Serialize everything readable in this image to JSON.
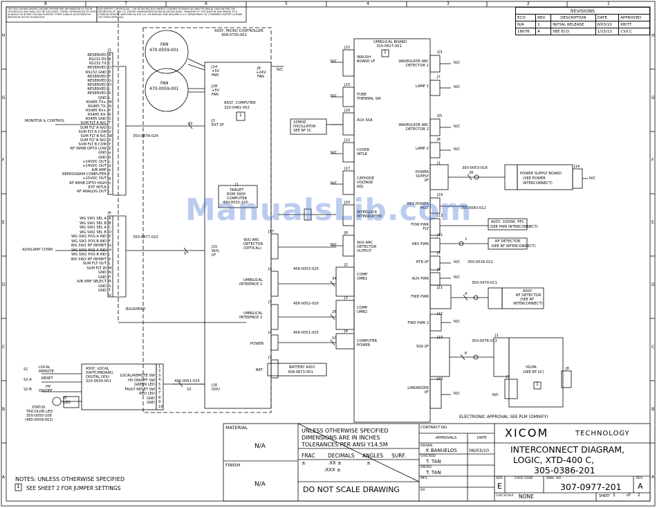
{
  "frame": {
    "top_cols": [
      "8",
      "7",
      "6",
      "5",
      "4",
      "3",
      "2",
      "1"
    ],
    "side_rows": [
      "H",
      "G",
      "F",
      "E",
      "D",
      "C",
      "B",
      "A"
    ]
  },
  "notice_left": "THE DATA SHOWN HEREIN CONTAINS PROPRIETARY INFORMATION OF XICOM TECHNOLOGY AND SHALL NOT BE DISCLOSED, COPIED, REPRODUCED OR USED IN WHOLE OR IN PART FOR ANY PURPOSE OTHER THAN AS AUTHORIZED IN WRITING BY XICOM TECHNOLOGY.",
  "notice_export": "EAR EXPORT CONTROLLED - THE ATTACHED DOCUMENTS CONTAIN TECHNOLOGY AND TECHNICAL DATA WITHIN THE DEFINITION OF THE U.S. EXPORT ADMINISTRATION REGULATIONS (EAR). TRANSFER OF THIS DATA BY ANY MEANS TO A FOREIGN PERSON, WHETHER IN THE U.S. OR ABROAD, MAY REQUIRE A U.S. DEPARTMENT OF COMMERCE EXPORT LICENSE OR OTHER APPROVAL.",
  "revisions": {
    "title": "REVISIONS",
    "headers": [
      "ECO",
      "REV.",
      "DESCRIPTION",
      "DATE",
      "APPROVED"
    ],
    "rows": [
      [
        "N/A",
        "1",
        "INITIAL RELEASE",
        "6/03/10",
        "KB/TT"
      ],
      [
        "1807B",
        "A",
        "SEE ECO",
        "1/15/13",
        "CS/CC"
      ]
    ]
  },
  "j1": {
    "ref": "J1",
    "signals": [
      "RESERVED",
      "RS232 RX",
      "RS232 TX",
      "RESERVED",
      "RS232 GND",
      "RESERVED",
      "RESERVED",
      "RESERVED",
      "RESERVED",
      "RESERVED",
      "GND",
      "RS485 TX+",
      "RS485 TX-",
      "RS485 RX+",
      "RS485 RX-",
      "RS485 GND",
      "SUM FLT A N/C",
      "SUM FLT A N/O",
      "SUM FLT A COM",
      "SUM FLT B N/C",
      "SUM FLT B N/O",
      "SUM FLT B COM",
      "RF INHIB OPTO LOW",
      "GND",
      "GND",
      "+24VDC OUT",
      "+24VDC OUT",
      "A/B AMP",
      "REPROGRAM COMPUTER",
      "+15VDC OUT",
      "RF INHIB OPTO HIGH",
      "EXT INTLK",
      "RF ANALOG OUT"
    ],
    "pins": [
      "A",
      "B",
      "C",
      "D",
      "E",
      "F",
      "G",
      "H",
      "J",
      "K",
      "L",
      "M",
      "N",
      "P",
      "R",
      "S",
      "T",
      "U",
      "V",
      "W",
      "X",
      "Y",
      "Z",
      "a",
      "b",
      "c",
      "d",
      "e",
      "f",
      "g",
      "h",
      "i",
      "j"
    ],
    "conn_label": "MONITOR & CONTROL",
    "cable": "350-0878-024",
    "wire_count": "32"
  },
  "j6": {
    "ref": "J6",
    "signals": [
      "WG SW1 SEL A",
      "WG SW1 SEL B",
      "WG SW2 SEL A",
      "WG SW2 SEL B",
      "WG SW1 POS A IND",
      "WG SW1 POS B IND",
      "WG SW1 RF INHIBIT",
      "WG SW2 POS A IND",
      "WG SW2 POS B IND",
      "WG SW2 RF INHIBIT",
      "SUM FLT OUT",
      "SUM FLT IN",
      "GND",
      "GND",
      "A/B AMP SELECT",
      "GND",
      "GND"
    ],
    "pins": [
      "A",
      "B",
      "C",
      "D",
      "E",
      "F",
      "G",
      "H",
      "J",
      "K",
      "L",
      "M",
      "N",
      "P",
      "R",
      "S",
      "T",
      "U"
    ],
    "conn_label": "AUXILIARY CONN",
    "cable": "350-0877-022",
    "wire_count": "5"
  },
  "bulkhead": "BULKHEAD",
  "fans": [
    {
      "label": "FAN",
      "pn": "470-0059-001"
    },
    {
      "label": "FAN",
      "pn": "470-0059-001"
    }
  ],
  "micro": {
    "title": "ASSY, MICRO CONTROLLER",
    "pn": "308-0730-001"
  },
  "computer": {
    "title": "ASSY, COMPUTER",
    "pn": "320-0481-002",
    "tag": "1"
  },
  "target_rom": [
    "TARGET",
    "ROM 3000",
    "COMPUTER",
    "490-0032-100"
  ],
  "micro_connectors": {
    "j14": [
      "J14",
      "+5V",
      "FAN"
    ],
    "j18": [
      "J18",
      "+5V",
      "FAN"
    ],
    "j8": [
      "J8",
      "+24V",
      "FAN"
    ],
    "j8_nc": "N/C",
    "j3": [
      "J3",
      "EXT I/F"
    ],
    "j15": [
      "J15",
      "W/G",
      "I/F"
    ],
    "j16": [
      "J16",
      "ODU"
    ],
    "j1": "J1",
    "j17": [
      "J17"
    ],
    "j2": [
      "J2"
    ],
    "j3b": [
      "J3"
    ],
    "j4": [
      "J4"
    ],
    "j7": [
      "J7"
    ]
  },
  "micro_labels": {
    "wg_arc": [
      "W/G ARC",
      "DETECTOR",
      "(OPTICAL)"
    ],
    "umb1": [
      "UMBILICAL",
      "INTERFACE 1"
    ],
    "umb2": [
      "UMBILICAL",
      "INTERFACE 2"
    ],
    "power": "POWER",
    "bat": "BAT",
    "battery": [
      "BATTERY ASSY",
      "308-0673-001"
    ]
  },
  "cables_mid": [
    {
      "pn": "456-0053-025",
      "n": "34"
    },
    {
      "pn": "456-0052-020",
      "n": "26"
    },
    {
      "pn": "456-0051-025",
      "n": "10"
    },
    {
      "pn": "456-0051-025",
      "n": "10"
    }
  ],
  "umbilical": {
    "title": "UMBILICAL BOARD",
    "pn": "320-0627-001",
    "tag": "1",
    "left": [
      {
        "j": "J15",
        "lbl": [
          "INRUSH",
          "BOARD I/F"
        ]
      },
      {
        "j": "J15",
        "lbl": [
          "TUBE",
          "THERMAL SW"
        ]
      },
      {
        "j": "J16",
        "lbl": [
          "AUX SSA"
        ]
      },
      {
        "j": "J12",
        "lbl": [
          "COVER",
          "INTLK"
        ]
      },
      {
        "j": "J17",
        "lbl": [
          "CATHODE",
          "VOLTAGE",
          "ADJ"
        ]
      },
      {
        "j": "J20",
        "lbl": [
          "INTERLOCK",
          "INTERRUPTER"
        ]
      },
      {
        "j": "J8",
        "lbl": [
          "W/G ARC",
          "DETECTOR",
          "OUTPUT"
        ]
      },
      {
        "j": "J2",
        "lbl": [
          "COMP",
          "UMB1"
        ]
      },
      {
        "j": "J3",
        "lbl": [
          "COMP",
          "UMB2"
        ]
      },
      {
        "j": "J4",
        "lbl": [
          "COMPUTER",
          "POWER"
        ]
      }
    ],
    "right": [
      {
        "j": "Q3",
        "lbl": [
          "WAVEGUIDE ARC",
          "DETECTOR 1"
        ]
      },
      {
        "j": "J7",
        "lbl": [
          "LAMP 1"
        ]
      },
      {
        "j": "Q5",
        "lbl": [
          "WAVEGUIDE ARC",
          "DETECTOR 2"
        ]
      },
      {
        "j": "J8",
        "lbl": [
          "LAMP 2"
        ]
      },
      {
        "j": "J1",
        "lbl": [
          "POWER",
          "SUPPLY",
          "I/F"
        ]
      },
      {
        "j": "J19",
        "lbl": [
          "REV POWER",
          "FAST"
        ]
      },
      {
        "j": "J13",
        "lbl": [
          "FOW PWR",
          "FLT"
        ]
      },
      {
        "j": "J11",
        "lbl": [
          "REV PWR"
        ]
      },
      {
        "j": "J5",
        "lbl": [
          "HTR I/F"
        ]
      },
      {
        "j": "J6",
        "lbl": [
          "AUX PWR"
        ]
      },
      {
        "j": "J21",
        "lbl": [
          "FWD PWR"
        ]
      },
      {
        "j": "J22",
        "lbl": [
          "FWD PWR 2"
        ]
      },
      {
        "j": "J23",
        "lbl": [
          "SSA I/F"
        ]
      },
      {
        "j": "J10",
        "lbl": [
          "LINEARIZER",
          "I/F"
        ]
      }
    ],
    "nc": "N/C"
  },
  "osc": [
    "10MHZ",
    "OSCILLATOR",
    "SEE RF I/C"
  ],
  "right_blocks": {
    "psb": [
      "POWER SUPPLY BOARD",
      "(SEE POWER",
      "INTERCONNECT)"
    ],
    "psb_j": "J14",
    "psb_cable": "350-0053-018",
    "psb_n": "26",
    "pfc": [
      "ASSY, 1000W, PFC",
      "(SEE PWR INTERCONNECT)"
    ],
    "rev_cable": "350-0083-012",
    "rfdet": [
      "RF DETECTOR",
      "(SEE RF INTERCONNECT)"
    ],
    "rfdet_cable": "350-0018-012",
    "rfdet_n": "2",
    "assy_rfdet": [
      "ASSY",
      "RF DETECTOR",
      "(SEE RF",
      "INTERCONNECT)"
    ],
    "fwd_cable": "350-0470-011",
    "fwd_n": "4",
    "vgpa_cable": "350-0076-013",
    "vgpa_n": "6",
    "vgpa": [
      "VG/PA",
      "(SEE RF I/C)"
    ],
    "vgpa_tag": "1",
    "vgpa_j": "J1",
    "vgpa_j3": "J3",
    "vgpa_j8": "J8"
  },
  "ldu": {
    "title": [
      "ASSY, LOCAL",
      "SWITCHBOARD,",
      "DIGITAL ODU"
    ],
    "pn": "320-0630-001",
    "signals": [
      "LOCAL/REMOTE SW",
      "HV ON/OFF SW",
      "GREEN LED",
      "FAULT RESET SW",
      "RED LED",
      "GND",
      "GND"
    ],
    "pins": [
      "1",
      "2",
      "3",
      "4",
      "5",
      "6",
      "7",
      "8",
      "9",
      "10"
    ],
    "switches": [
      {
        "id": "S1",
        "lbl": [
          "LOCAL",
          "REMOTE"
        ]
      },
      {
        "id": "S2-A",
        "lbl": [
          "RESET"
        ]
      },
      {
        "id": "S2-B",
        "lbl": [
          "HV",
          "ON/OFF"
        ]
      }
    ],
    "led": [
      "STATUS",
      "TRICOLOR LED",
      "350-0050-108",
      "(485-0009-001)"
    ],
    "led_j": "J2",
    "led_ref": "LED",
    "cable": "456-0051-025",
    "n": "10"
  },
  "electronic_approval": "ELECTRONIC APPROVAL SEE PLM (OMNIFY)",
  "notes": {
    "title": "NOTES: UNLESS OTHERWISE SPECIFIED",
    "item_no": "1",
    "item": "SEE SHEET 2 FOR JUMPER SETTINGS"
  },
  "title_block": {
    "material_lbl": "MATERIAL",
    "material": "N/A",
    "finish_lbl": "FINISH",
    "finish": "N/A",
    "tol": [
      "UNLESS OTHERWISE SPECIFIED",
      "DIMENSIONS ARE IN INCHES",
      "TOLERANCES PER ANSI Y14.5M"
    ],
    "tol_cols": [
      "FRAC",
      "DECIMALS",
      "ANGLES",
      "SURF."
    ],
    "tol_vals": [
      "±",
      ".XX ±",
      "±"
    ],
    "tol_vals2": [
      ".XXX ±"
    ],
    "dns": "DO NOT SCALE DRAWING",
    "contract": "CONTRACT NO.",
    "approvals": "APPROVALS",
    "date": "DATE",
    "drawn": "DRAWN",
    "drawn_by": "K BANUELOS",
    "drawn_date": "06/03/10",
    "checked": "CHECKED",
    "checked_by": "T. TAN",
    "engrg": "ENGRG",
    "engrg_by": "T. TAN",
    "mfg": "MFG",
    "qa": "QA",
    "company_a": "XICOM",
    "company_b": "TECHNOLOGY",
    "title1": "INTERCONNECT DIAGRAM,",
    "title2": "LOGIC, XTD-400 C,",
    "title3": "305-0386-201",
    "size_lbl": "SIZE",
    "size": "E",
    "cage_lbl": "CAGE CODE",
    "dwg_lbl": "DWG. NO.",
    "dwg": "307-0977-201",
    "rev_lbl": "REV.",
    "rev": "A",
    "scale_lbl": "CAD SCALE",
    "scale": "NONE",
    "sheet_lbl": "SHEET",
    "sheet": "1",
    "of_lbl": "of",
    "of": "2"
  },
  "watermark": "ManualsLib.com"
}
